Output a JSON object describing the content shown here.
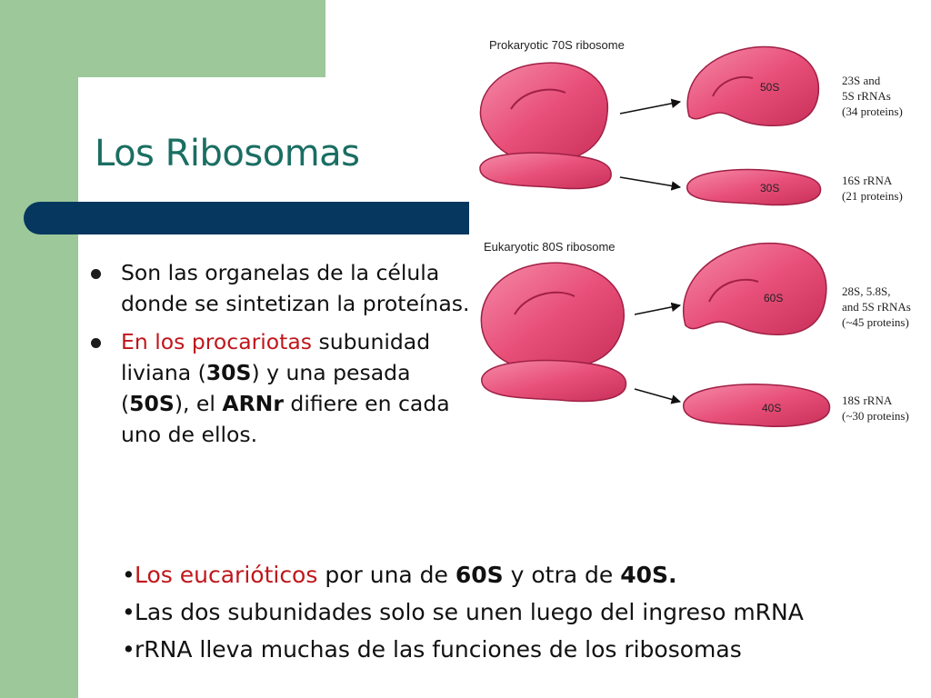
{
  "title": "Los Ribosomas",
  "bullets": [
    {
      "text": "Son las organelas de la célula donde se sintetizan la proteínas."
    },
    {
      "red_text": "En los procariotas",
      "t1": " subunidad liviana (",
      "b1": "30S",
      "t2": ") y una pesada  (",
      "b2": "50S",
      "t3": "), el ",
      "b3": "ARNr",
      "t4": " difiere en cada uno de ellos."
    }
  ],
  "bottom": [
    {
      "bullet": "•",
      "red": "Los eucarióticos",
      "t1": " por una de ",
      "b1": "60S",
      "t2": " y otra de ",
      "b2": "40S."
    },
    {
      "bullet": "•",
      "text": "Las dos subunidades solo se unen luego del ingreso mRNA"
    },
    {
      "bullet": "•",
      "text": "rRNA lleva muchas de las funciones de los ribosomas"
    }
  ],
  "figure": {
    "prok_title": "Prokaryotic 70S ribosome",
    "euk_title": "Eukaryotic 80S ribosome",
    "prok_large": "50S",
    "prok_small": "30S",
    "euk_large": "60S",
    "euk_small": "40S",
    "prok_large_note": "23S and\n5S rRNAs\n(34 proteins)",
    "prok_small_note": "16S rRNA\n(21 proteins)",
    "euk_large_note": "28S, 5.8S,\nand 5S rRNAs\n(~45 proteins)",
    "euk_small_note": "18S rRNA\n(~30 proteins)"
  },
  "colors": {
    "green": "#9cc89a",
    "navy": "#05375f",
    "title": "#1a6e62",
    "red": "#c0161b",
    "ribosome": "#e8507a"
  }
}
